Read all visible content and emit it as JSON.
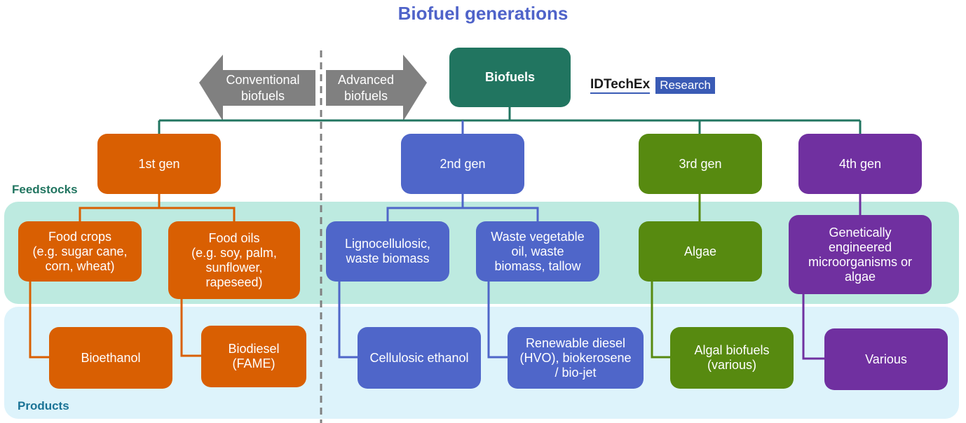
{
  "title": "Biofuel generations",
  "logo": {
    "name": "IDTechEx",
    "badge": "Research"
  },
  "arrows": {
    "left": "Conventional\nbiofuels",
    "right": "Advanced\nbiofuels"
  },
  "root": "Biofuels",
  "band_labels": {
    "feedstocks": "Feedstocks",
    "products": "Products"
  },
  "colors": {
    "first": "#d95f02",
    "second": "#4f66c9",
    "third": "#578a10",
    "fourth": "#7030a0",
    "root": "#217560",
    "title": "#4f63c9"
  },
  "generations": [
    {
      "label": "1st gen",
      "feedstocks": [
        "Food crops\n(e.g. sugar cane,\ncorn, wheat)",
        "Food oils\n(e.g. soy, palm,\nsunflower,\nrapeseed)"
      ],
      "products": [
        "Bioethanol",
        "Biodiesel\n(FAME)"
      ]
    },
    {
      "label": "2nd gen",
      "feedstocks": [
        "Lignocellulosic,\nwaste biomass",
        "Waste vegetable\noil, waste\nbiomass, tallow"
      ],
      "products": [
        "Cellulosic ethanol",
        "Renewable diesel\n(HVO), biokerosene\n/ bio-jet"
      ]
    },
    {
      "label": "3rd gen",
      "feedstocks": [
        "Algae"
      ],
      "products": [
        "Algal biofuels\n(various)"
      ]
    },
    {
      "label": "4th gen",
      "feedstocks": [
        "Genetically\nengineered\nmicroorganisms or\nalgae"
      ],
      "products": [
        "Various"
      ]
    }
  ]
}
